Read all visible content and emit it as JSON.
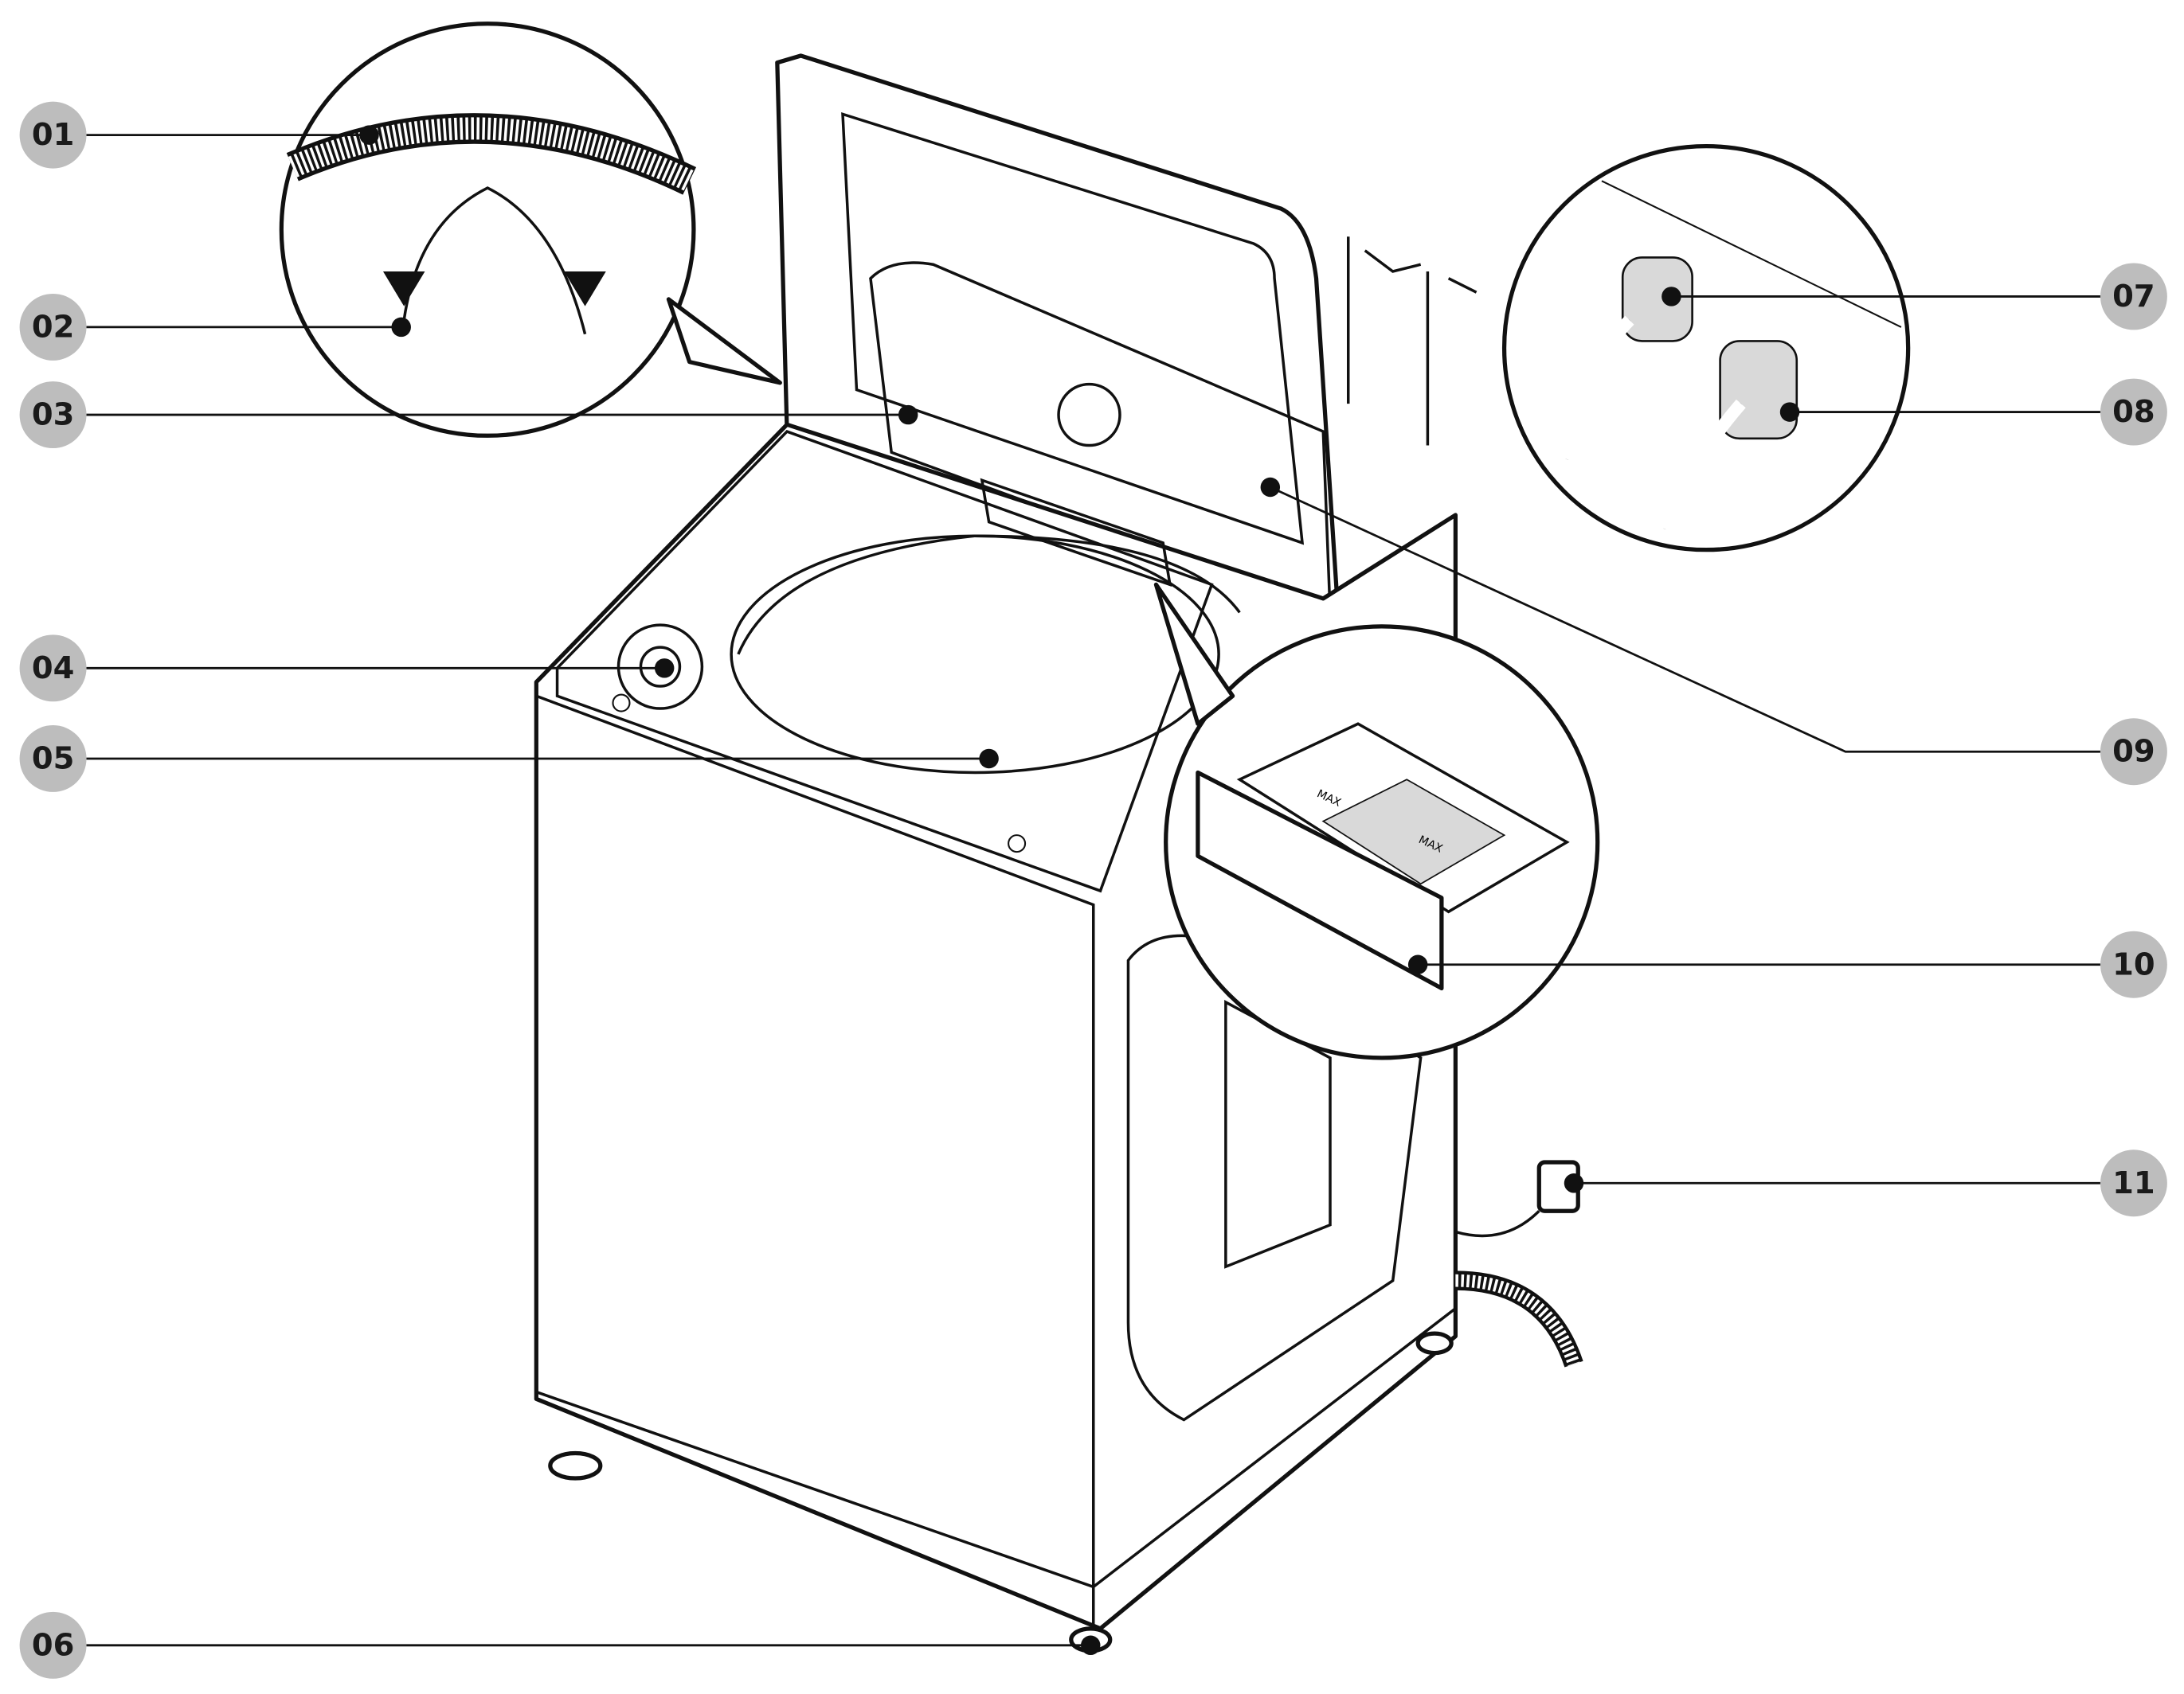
{
  "diagram": {
    "title": "Top-load washing machine parts overview",
    "labels": [
      {
        "id": "01",
        "side": "left"
      },
      {
        "id": "02",
        "side": "left"
      },
      {
        "id": "03",
        "side": "left"
      },
      {
        "id": "04",
        "side": "left"
      },
      {
        "id": "05",
        "side": "left"
      },
      {
        "id": "06",
        "side": "left"
      },
      {
        "id": "07",
        "side": "right"
      },
      {
        "id": "08",
        "side": "right"
      },
      {
        "id": "09",
        "side": "right"
      },
      {
        "id": "10",
        "side": "right"
      },
      {
        "id": "11",
        "side": "right"
      }
    ],
    "dispenser_marks": [
      "MAX",
      "MAX"
    ],
    "colors": {
      "callout_fill": "#bdbdbd",
      "line": "#111111"
    }
  }
}
